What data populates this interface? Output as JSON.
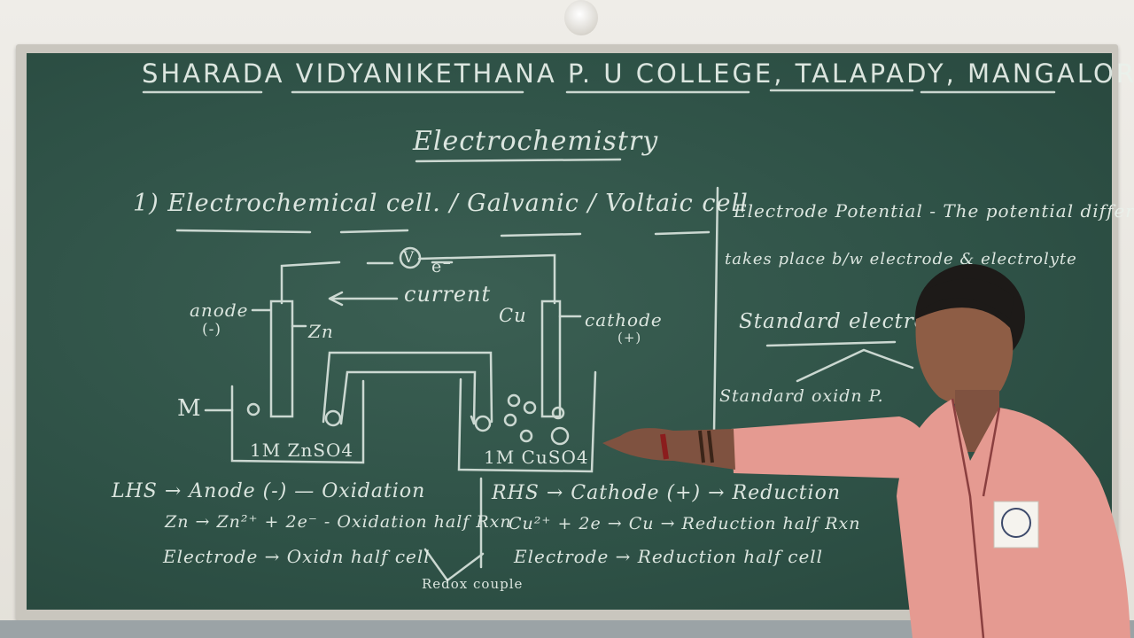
{
  "board": {
    "header": "SHARADA VIDYANIKETHANA P. U COLLEGE, TALAPADY, MANGALORE",
    "topic": "Electrochemistry",
    "heading": "1) Electrochemical cell. / Galvanic / Voltaic cell",
    "diagram": {
      "voltmeter": "V",
      "electron": "e⁻",
      "current": "current",
      "anode": "anode",
      "anode_sign": "(-)",
      "zn": "Zn",
      "cu": "Cu",
      "cathode": "cathode",
      "cathode_sign": "(+)",
      "m": "M",
      "left_solution": "1M ZnSO4",
      "right_solution": "1M CuSO4"
    },
    "lhs": [
      "LHS → Anode (-) — Oxidation",
      "Zn → Zn²⁺ + 2e⁻ - Oxidation half Rxn",
      "Electrode → Oxidn half cell"
    ],
    "rhs": [
      "RHS → Cathode (+) → Reduction",
      "Cu²⁺ + 2e → Cu → Reduction half Rxn",
      "Electrode → Reduction half cell"
    ],
    "redox": "Redox couple",
    "right_panel": {
      "line1": "Electrode Potential - The potential differ",
      "line2": "takes place b/w electrode & electrolyte",
      "line3": "Standard electrode",
      "line4": "Standard oxidn P."
    }
  },
  "colors": {
    "board": "#2e5146",
    "chalk": "#eaf2ec",
    "coat": "#e59a91",
    "wall": "#e9e6df"
  }
}
